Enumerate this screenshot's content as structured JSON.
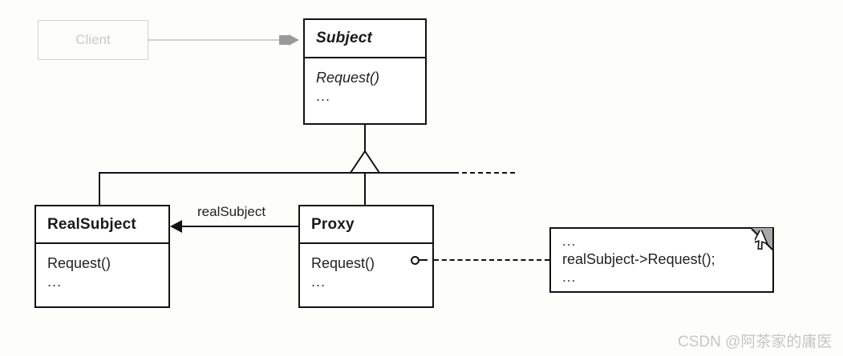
{
  "diagram": {
    "title": "Proxy design pattern UML class diagram",
    "background_color": "#fdfdfa",
    "line_color": "#111111",
    "muted_color": "#c9c9c9"
  },
  "client": {
    "label": "Client",
    "style": "greyed-out"
  },
  "classes": [
    {
      "id": "subject",
      "name": "Subject",
      "abstract": true,
      "name_style": "bold-italic",
      "operations": [
        "Request()",
        "..."
      ]
    },
    {
      "id": "realsubject",
      "name": "RealSubject",
      "abstract": false,
      "name_style": "bold",
      "operations": [
        "Request()",
        "..."
      ]
    },
    {
      "id": "proxy",
      "name": "Proxy",
      "abstract": false,
      "name_style": "bold",
      "operations": [
        "Request()",
        "..."
      ]
    }
  ],
  "relationships": [
    {
      "type": "dependency",
      "from": "Client",
      "to": "Subject",
      "arrow": "grey-filled-arrowhead"
    },
    {
      "type": "generalization",
      "from": "RealSubject",
      "to": "Subject",
      "arrow": "hollow-triangle"
    },
    {
      "type": "generalization",
      "from": "Proxy",
      "to": "Subject",
      "arrow": "hollow-triangle"
    },
    {
      "type": "association",
      "from": "Proxy",
      "to": "RealSubject",
      "label": "realSubject",
      "arrow": "filled-arrowhead"
    }
  ],
  "note": {
    "anchored_to": "Proxy::Request()",
    "lines": [
      "...",
      "realSubject->Request();",
      "..."
    ],
    "fold_color": "#a8a8a8"
  },
  "watermark": {
    "text": "CSDN @阿茶家的庸医"
  }
}
